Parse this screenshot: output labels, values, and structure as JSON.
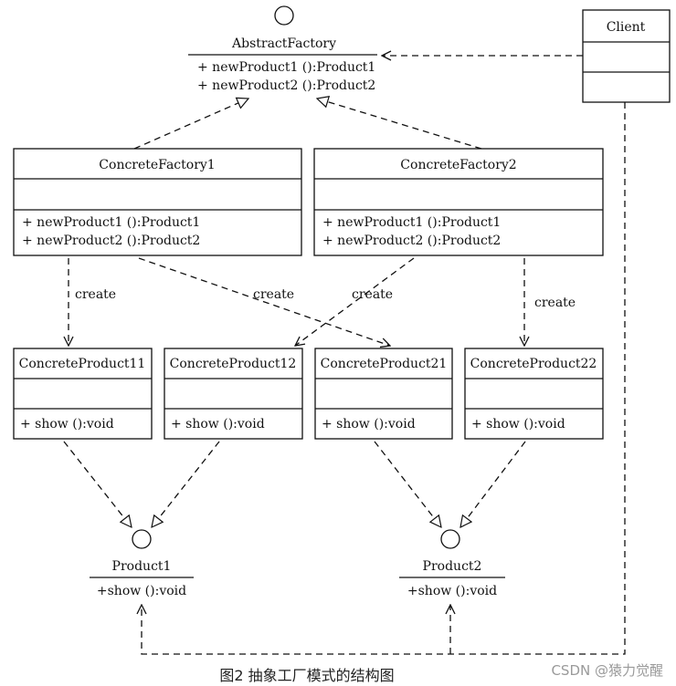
{
  "abstract_factory": {
    "name": "AbstractFactory",
    "ops": [
      "+ newProduct1 ():Product1",
      "+ newProduct2 ():Product2"
    ]
  },
  "client": {
    "name": "Client"
  },
  "factories": [
    {
      "name": "ConcreteFactory1",
      "ops": [
        "+ newProduct1 ():Product1",
        "+ newProduct2 ():Product2"
      ]
    },
    {
      "name": "ConcreteFactory2",
      "ops": [
        "+ newProduct1 ():Product1",
        "+ newProduct2 ():Product2"
      ]
    }
  ],
  "products": [
    {
      "name": "ConcreteProduct11",
      "op": "+ show ():void"
    },
    {
      "name": "ConcreteProduct12",
      "op": "+ show ():void"
    },
    {
      "name": "ConcreteProduct21",
      "op": "+ show ():void"
    },
    {
      "name": "ConcreteProduct22",
      "op": "+ show ():void"
    }
  ],
  "interfaces": [
    {
      "name": "Product1",
      "op": "+show ():void"
    },
    {
      "name": "Product2",
      "op": "+show ():void"
    }
  ],
  "create_label": "create",
  "caption": "图2 抽象工厂模式的结构图",
  "watermark": "CSDN @猿力觉醒"
}
